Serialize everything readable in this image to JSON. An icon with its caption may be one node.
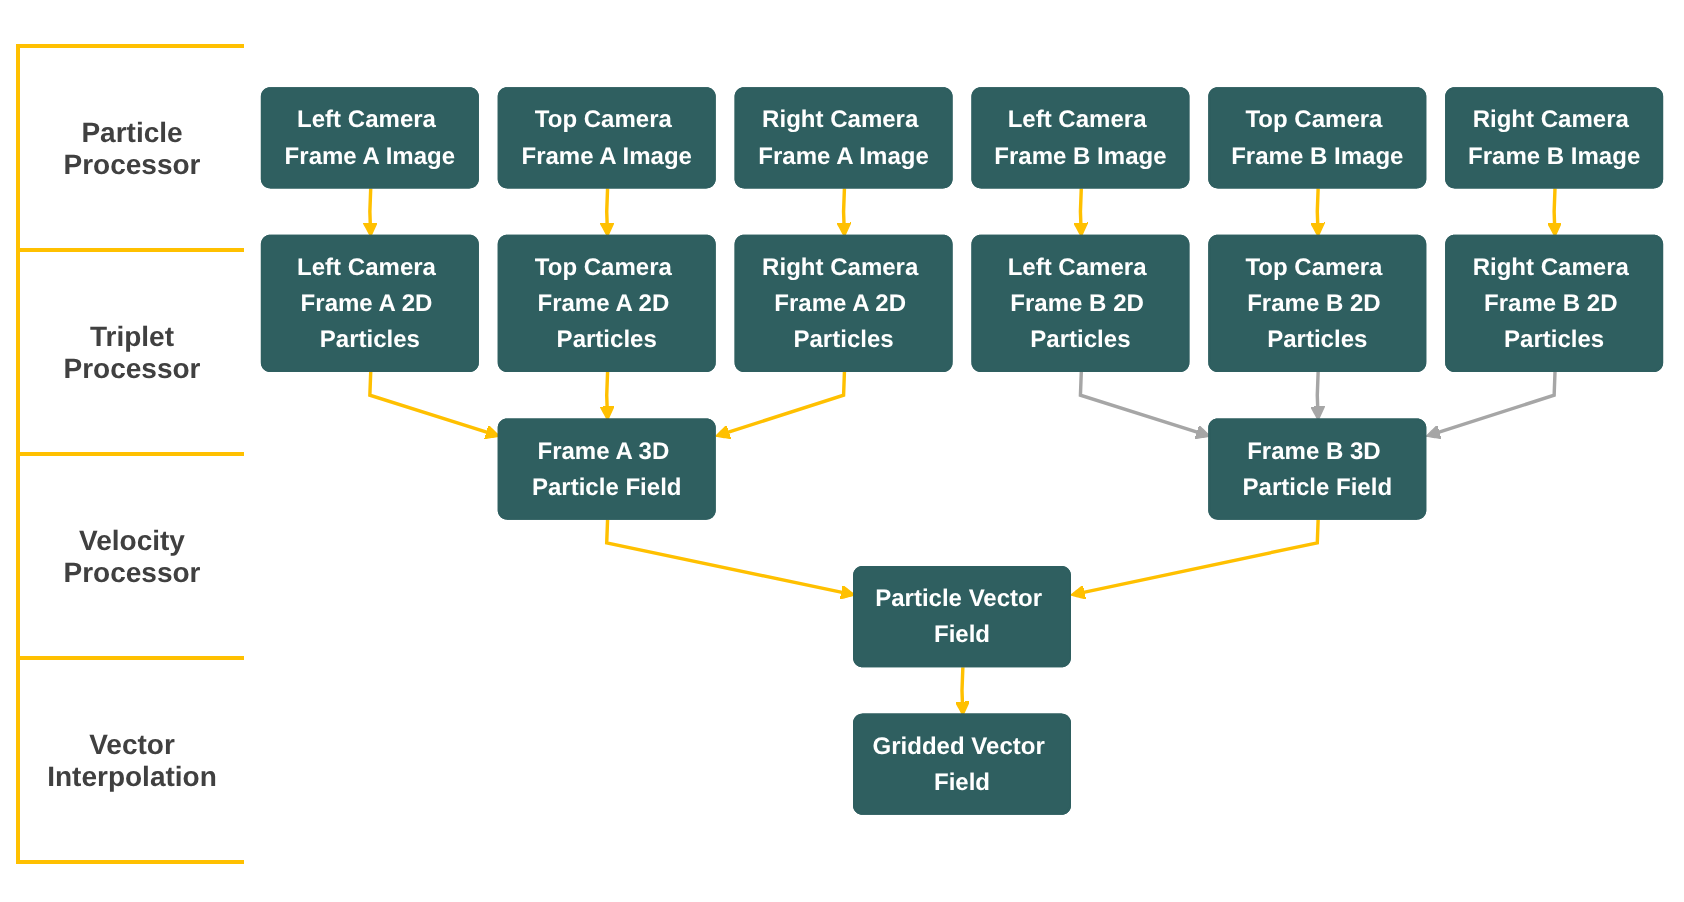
{
  "diagram": {
    "nodes": [
      {
        "text": [
          "Left Camera Frame A Image"
        ]
      },
      {
        "text": [
          "Left Camera Frame B Image"
        ]
      },
      {
        "text": [
          "Top Camera Frame A Image"
        ]
      },
      {
        "text": [
          "Top Camera Frame B Image"
        ]
      },
      {
        "text": [
          "Right Camera Frame A Image"
        ]
      },
      {
        "text": [
          "Right Camera Frame B Image"
        ]
      },
      {
        "text": [
          "Left Camera Frame A 2D Particles"
        ]
      },
      {
        "text": [
          "Left Camera Frame B 2D Particles"
        ]
      },
      {
        "text": [
          "Top Camera Frame A 2D Particles"
        ]
      },
      {
        "text": [
          "Top Camera Frame B 2D Particles"
        ]
      },
      {
        "text": [
          "Right Camera Frame A 2D Particles"
        ]
      },
      {
        "text": [
          "Right Camera Frame B 2D Particles"
        ]
      },
      {
        "text": [
          "Frame A 3D Particle Field"
        ]
      },
      {
        "text": [
          "Frame B 3D Particle Field"
        ]
      },
      {
        "text": [
          "Particle Vector Field"
        ]
      },
      {
        "text": [
          "Gridded Vector Field"
        ]
      }
    ],
    "edges": [
      {
        "from": 0,
        "to": 6,
        "arrow": "to"
      },
      {
        "from": 1,
        "to": 7,
        "arrow": "to"
      },
      {
        "from": 2,
        "to": 8,
        "arrow": "to"
      },
      {
        "from": 3,
        "to": 9,
        "arrow": "to"
      },
      {
        "from": 4,
        "to": 10,
        "arrow": "to"
      },
      {
        "from": 5,
        "to": 11,
        "arrow": "to"
      },
      {
        "from": 6,
        "to": 12,
        "arrow": "to"
      },
      {
        "from": 8,
        "to": 12,
        "arrow": "to"
      },
      {
        "from": 10,
        "to": 12,
        "arrow": "to"
      },
      {
        "from": 7,
        "to": 13,
        "arrow": "to",
        "color": "#a6a6a6"
      },
      {
        "from": 9,
        "to": 13,
        "arrow": "to",
        "color": "#a6a6a6"
      },
      {
        "from": 11,
        "to": 13,
        "arrow": "to",
        "color": "#a6a6a6"
      },
      {
        "from": 12,
        "to": 14,
        "arrow": "to"
      },
      {
        "from": 13,
        "to": 14,
        "arrow": "to"
      },
      {
        "from": 14,
        "to": 15,
        "arrow": "to"
      }
    ],
    "labels": [
      "Particle Processor",
      "Triplet Processor",
      "Velocity Processor",
      "Vector Interpolation"
    ]
  }
}
